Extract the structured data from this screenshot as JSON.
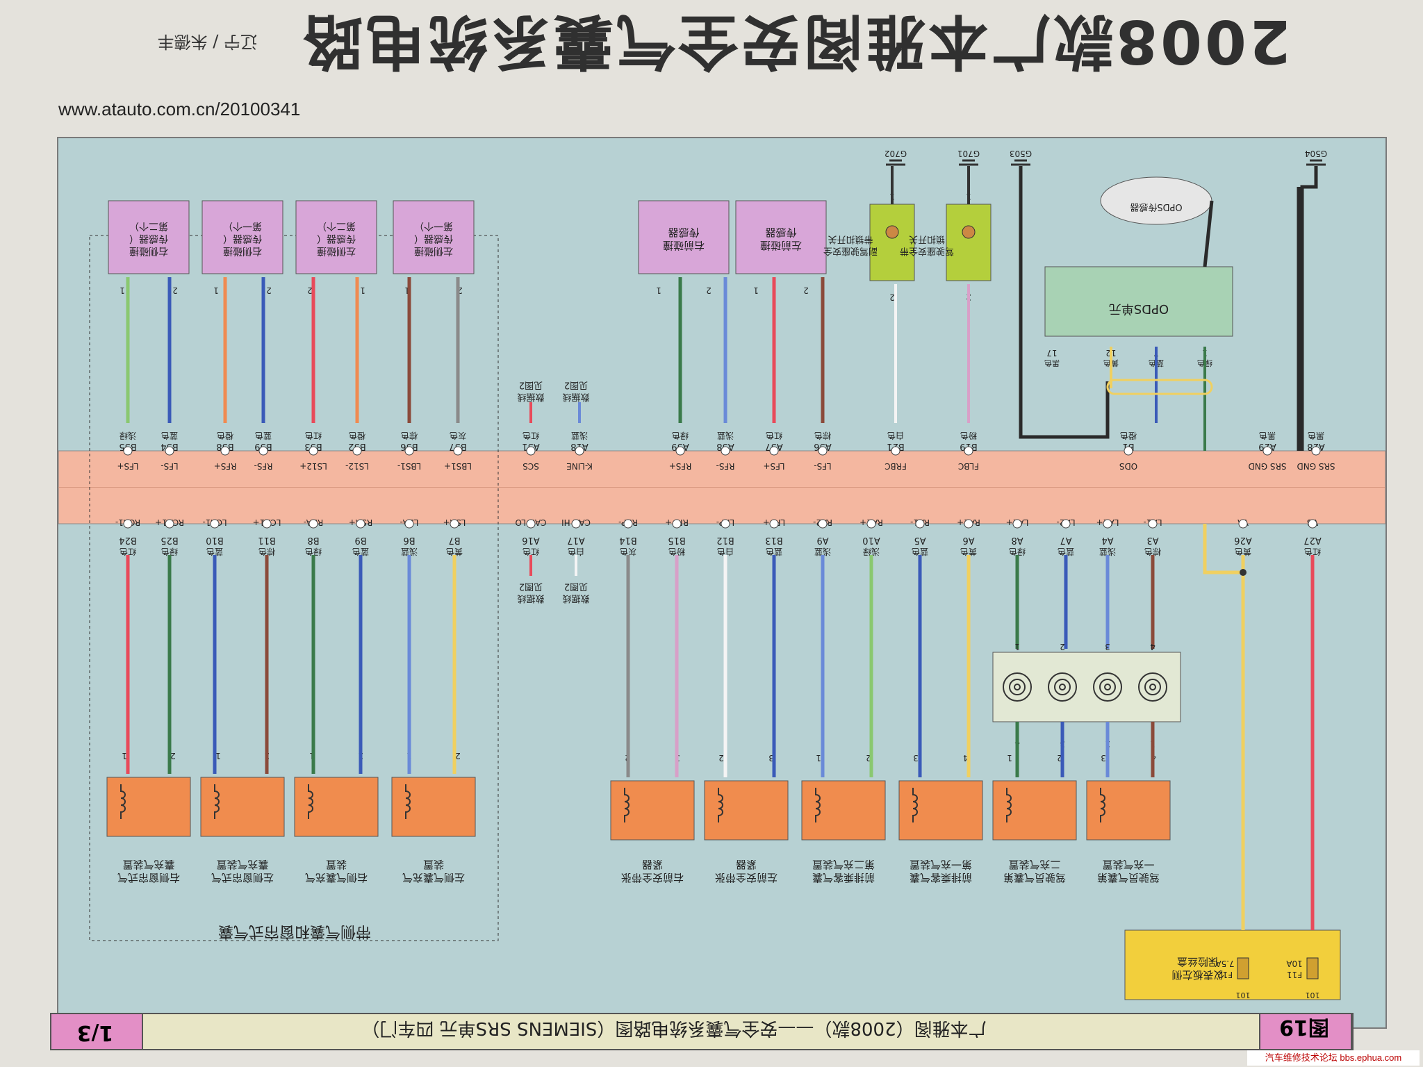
{
  "page": {
    "title": "2008款广本雅阁安全气囊系统电路图",
    "author": "辽宁 / 朱德丰",
    "url": "www.atauto.com.cn/20100341",
    "footer_caption": "广本雅阁（2008款）——安全气囊系统电路图（SIEMENS SRS单元 四车门）",
    "footer_page": "1/3",
    "footer_figure": "图19",
    "watermark": "汽车维修技术论坛 bbs.ephua.com"
  },
  "srs_unit": {
    "top_pins": [
      {
        "code": "LBS1+",
        "wire": "B37",
        "color": "灰色"
      },
      {
        "code": "LBS1-",
        "wire": "B36",
        "color": "棕色"
      },
      {
        "code": "LS12-",
        "wire": "B32",
        "color": "橙色"
      },
      {
        "code": "LS12+",
        "wire": "B33",
        "color": "红色"
      },
      {
        "code": "RFS-",
        "wire": "B39",
        "color": "蓝色"
      },
      {
        "code": "RFS+",
        "wire": "B38",
        "color": "橙色"
      },
      {
        "code": "LFS-",
        "wire": "B34",
        "color": "蓝色"
      },
      {
        "code": "LFS+",
        "wire": "B35",
        "color": "浅绿"
      },
      {
        "code": "SCS",
        "wire": "A31",
        "color": "红色"
      },
      {
        "code": "K-LINE",
        "wire": "A18",
        "color": "浅蓝"
      },
      {
        "code": "RFS+",
        "wire": "A39",
        "color": "绿色"
      },
      {
        "code": "RFS-",
        "wire": "A38",
        "color": "浅蓝"
      },
      {
        "code": "LFS+",
        "wire": "A37",
        "color": "红色"
      },
      {
        "code": "LFS-",
        "wire": "A36",
        "color": "棕色"
      },
      {
        "code": "FRBC",
        "wire": "B21",
        "color": "白色"
      },
      {
        "code": "FLBC",
        "wire": "B19",
        "color": "粉色"
      },
      {
        "code": "ODS",
        "wire": "B1",
        "color": "橙色"
      },
      {
        "code": "SRS GND",
        "wire": "A29",
        "color": "黑色"
      },
      {
        "code": "SRS GND",
        "wire": "A28",
        "color": "黑色"
      }
    ],
    "bottom_pins": [
      {
        "code": "LSA+",
        "wire": "B7",
        "color": "黄色"
      },
      {
        "code": "LSA-",
        "wire": "B6",
        "color": "浅蓝"
      },
      {
        "code": "RSA+",
        "wire": "B9",
        "color": "蓝色"
      },
      {
        "code": "RSA-",
        "wire": "B8",
        "color": "绿色"
      },
      {
        "code": "LCA1+",
        "wire": "B11",
        "color": "棕色"
      },
      {
        "code": "LCA1-",
        "wire": "B10",
        "color": "蓝色"
      },
      {
        "code": "RCA1+",
        "wire": "B25",
        "color": "绿色"
      },
      {
        "code": "RCA1-",
        "wire": "B24",
        "color": "红色"
      },
      {
        "code": "CAN LO",
        "wire": "A16",
        "color": "红色"
      },
      {
        "code": "CAN HI",
        "wire": "A17",
        "color": "白色"
      },
      {
        "code": "RRP-",
        "wire": "B14",
        "color": "灰色"
      },
      {
        "code": "RRP+",
        "wire": "B15",
        "color": "粉色"
      },
      {
        "code": "LRP-",
        "wire": "B12",
        "color": "白色"
      },
      {
        "code": "LRP+",
        "wire": "B13",
        "color": "蓝色"
      },
      {
        "code": "RA2-",
        "wire": "A9",
        "color": "浅蓝"
      },
      {
        "code": "RA2+",
        "wire": "A10",
        "color": "浅绿"
      },
      {
        "code": "RA1-",
        "wire": "A5",
        "color": "蓝色"
      },
      {
        "code": "RA1+",
        "wire": "A6",
        "color": "黄色"
      },
      {
        "code": "LA2+",
        "wire": "A8",
        "color": "绿色"
      },
      {
        "code": "LA2-",
        "wire": "A7",
        "color": "蓝色"
      },
      {
        "code": "LA1+",
        "wire": "A4",
        "color": "浅蓝"
      },
      {
        "code": "LA1-",
        "wire": "A3",
        "color": "棕色"
      },
      {
        "code": "VA",
        "wire": "A26",
        "color": "黄色"
      },
      {
        "code": "VB",
        "wire": "A27",
        "color": "红色"
      }
    ]
  },
  "sensors_side": [
    {
      "label": "左侧碰撞传感器（第一个）",
      "pins": [
        "2",
        "1"
      ]
    },
    {
      "label": "左侧碰撞传感器（第二个）",
      "pins": [
        "1",
        "2"
      ]
    },
    {
      "label": "右侧碰撞传感器（第一个）",
      "pins": [
        "2",
        "1"
      ]
    },
    {
      "label": "右侧碰撞传感器（第二个）",
      "pins": [
        "2",
        "1"
      ]
    }
  ],
  "sensors_front": [
    {
      "label": "右前碰撞传感器",
      "pins": [
        "2",
        "1"
      ]
    },
    {
      "label": "左前碰撞传感器",
      "pins": [
        "2",
        "1"
      ]
    }
  ],
  "buckle_switches": [
    {
      "label": "副驾驶座安全带锁扣开关",
      "pins": [
        "2",
        "1"
      ],
      "ground": "G702"
    },
    {
      "label": "驾驶座安全带锁扣开关",
      "pins": [
        "2",
        "1"
      ],
      "ground": "G701"
    }
  ],
  "grounds": [
    "G702",
    "G701",
    "G503",
    "G504"
  ],
  "opds": {
    "unit": "OPDS单元",
    "sensor": "OPDS传感器",
    "pins": [
      "1",
      "7",
      "12",
      "17"
    ],
    "pin_colors": [
      "绿色",
      "蓝色",
      "黄色",
      "黑色"
    ]
  },
  "can_refs": {
    "top": [
      "数据线见图2",
      "数据线见图2"
    ],
    "bottom": [
      "数据线见图2",
      "数据线见图2"
    ]
  },
  "clock_spring": {
    "pins_top": [
      "1",
      "2",
      "3",
      "4"
    ],
    "pins_bottom": [
      "1",
      "2",
      "3",
      "4"
    ]
  },
  "inflators_left": [
    {
      "label": "左侧气囊充气装置",
      "pins": [
        "2",
        "1"
      ]
    },
    {
      "label": "右侧气囊充气装置",
      "pins": [
        "2",
        "1"
      ]
    },
    {
      "label": "左侧窗帘式气囊充气装置",
      "pins": [
        "2",
        "1"
      ]
    },
    {
      "label": "右侧窗帘式气囊充气装置",
      "pins": [
        "2",
        "1"
      ]
    }
  ],
  "inflators_right": [
    {
      "label": "驾驶员气囊第一充气装置",
      "pins": [
        "4",
        "3"
      ]
    },
    {
      "label": "驾驶员气囊第二充气装置",
      "pins": [
        "2",
        "1"
      ]
    },
    {
      "label": "前排乘客气囊第一充气装置",
      "pins": [
        "4",
        "3"
      ]
    },
    {
      "label": "前排乘客气囊第二充气装置",
      "pins": [
        "2",
        "1"
      ]
    },
    {
      "label": "左前安全带张紧器",
      "pins": [
        "3",
        "2"
      ]
    },
    {
      "label": "右前安全带张紧器",
      "pins": [
        "3",
        "2"
      ]
    }
  ],
  "side_group_label": "带侧气囊和窗帘式气囊",
  "fuse_box": {
    "label": "仪表板左侧保险丝盒",
    "fuses": [
      {
        "name": "F12",
        "rating": "7.5A"
      },
      {
        "name": "F11",
        "rating": "10A"
      }
    ],
    "pins": [
      "101",
      "101"
    ]
  },
  "colors": {
    "bg": "#b7d1d3",
    "srs": "#f4b7a0",
    "sensor": "#d8a6d8",
    "inflator": "#f08c4e",
    "clock": "#e2e8d4",
    "switch": "#b4cf3c",
    "fuse": "#f2cf3c",
    "opds": "#a8d2b4"
  }
}
